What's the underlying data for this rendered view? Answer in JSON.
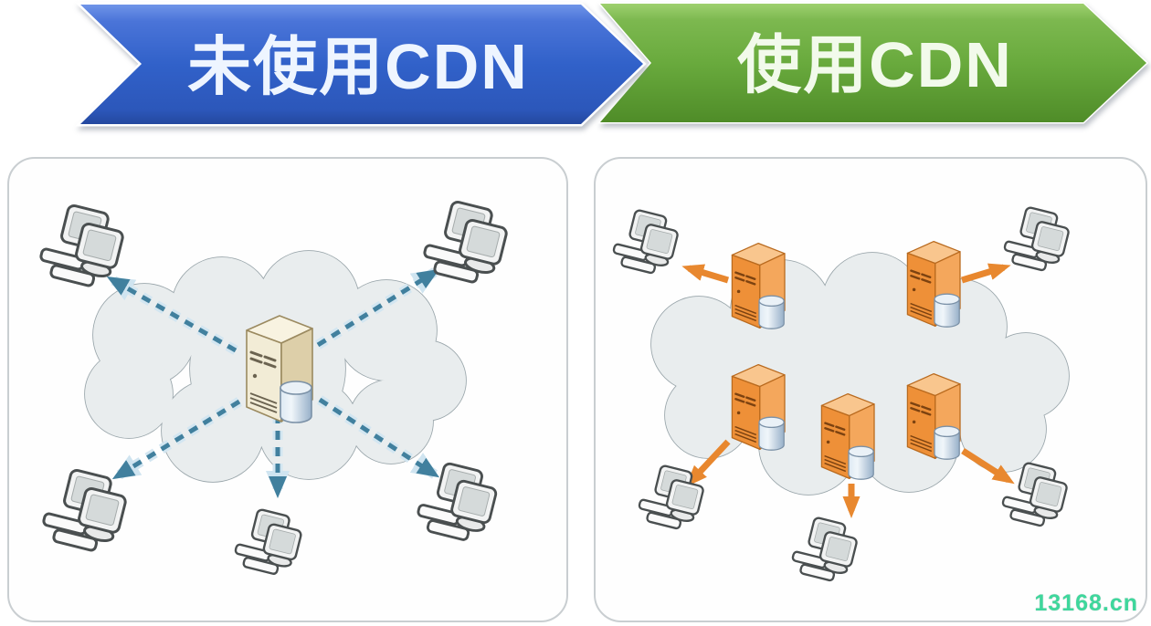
{
  "banners": {
    "left": {
      "label": "未使用CDN",
      "color": "#3161c9",
      "text_color": "#eef5ff"
    },
    "right": {
      "label": "使用CDN",
      "color": "#69aa3d",
      "text_color": "#f2faeb"
    }
  },
  "watermark": {
    "text": "13168.cn",
    "color": "#3ed79c"
  },
  "diagram": {
    "left_panel": {
      "label": "未使用CDN",
      "origin_servers": 1,
      "clients": 5,
      "link_style": "dashed",
      "link_color": "#41809e",
      "cloud_color": "#e9edee"
    },
    "right_panel": {
      "label": "使用CDN",
      "edge_servers": 5,
      "clients": 5,
      "link_style": "solid",
      "link_color": "#e8872e",
      "cloud_color": "#e9edee"
    },
    "icons": {
      "server": "server-tower-with-database-cylinder",
      "client": "dual-monitor-workstation",
      "cloud": "internet-cloud"
    }
  }
}
